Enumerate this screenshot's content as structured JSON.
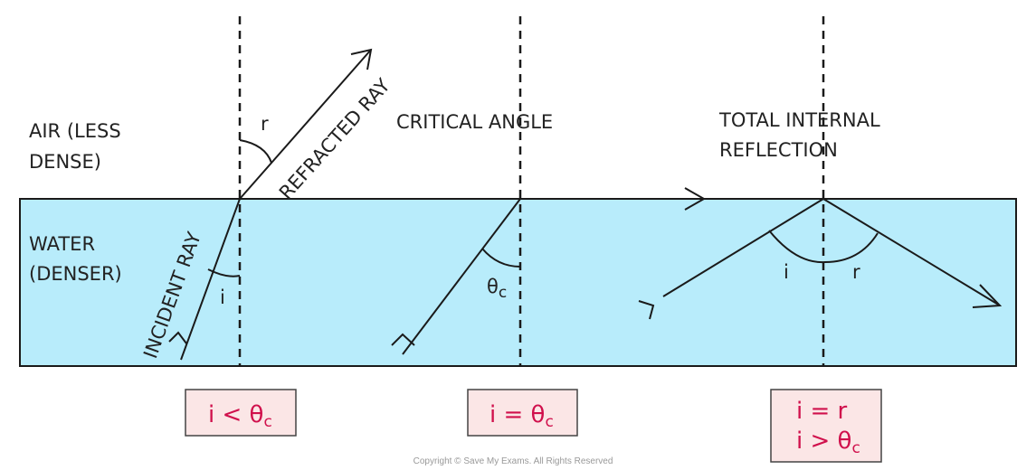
{
  "labels": {
    "air": [
      "AIR  (LESS",
      "DENSE)"
    ],
    "water": [
      "WATER",
      "(DENSER)"
    ],
    "incident_ray": "INCIDENT  RAY",
    "refracted_ray": "REFRACTED  RAY",
    "critical_angle": "CRITICAL  ANGLE",
    "tir": [
      "TOTAL  INTERNAL",
      "REFLECTION"
    ],
    "angle_r": "r",
    "angle_i": "i",
    "theta": "θ",
    "theta_sub": "c",
    "tir_angle_i": "i",
    "tir_angle_r": "r"
  },
  "conditions": {
    "refraction": {
      "lhs": "i < θ",
      "sub": "c"
    },
    "critical": {
      "lhs": "i = θ",
      "sub": "c"
    },
    "tir_line1": "i = r",
    "tir_line2": {
      "lhs": "i > θ",
      "sub": "c"
    }
  },
  "copyright": "Copyright © Save My Exams. All Rights Reserved",
  "colors": {
    "water": "#b8ecfb",
    "box_fill": "#fbe6e6",
    "box_stroke": "#444444",
    "condition_text": "#d0104c",
    "line": "#1a1a1a"
  }
}
